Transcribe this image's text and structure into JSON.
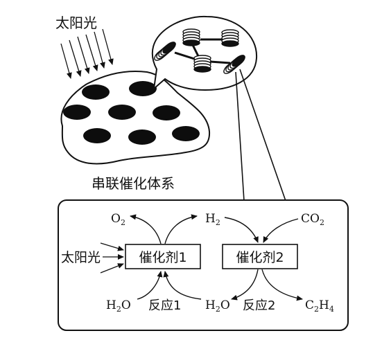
{
  "labels": {
    "sunlight_top": "太阳光",
    "system_caption": "串联催化体系",
    "sunlight_left": "太阳光",
    "catalyst1": "催化剂1",
    "catalyst2": "催化剂2",
    "reaction1": "反应1",
    "reaction2": "反应2"
  },
  "species": {
    "o2": {
      "main": "O",
      "sub": "2"
    },
    "h2": {
      "main": "H",
      "sub": "2"
    },
    "co2": {
      "main": "CO",
      "sub": "2"
    },
    "h2o_left": {
      "main": "H",
      "sub": "2",
      "tail": "O"
    },
    "h2o_right": {
      "main": "H",
      "sub": "2",
      "tail": "O"
    },
    "c2h4": {
      "main": "C",
      "sub": "2",
      "tail": "H",
      "sub2": "4"
    }
  },
  "colors": {
    "ink": "#111111",
    "paper": "#ffffff",
    "dot": "#0d0d0d"
  }
}
